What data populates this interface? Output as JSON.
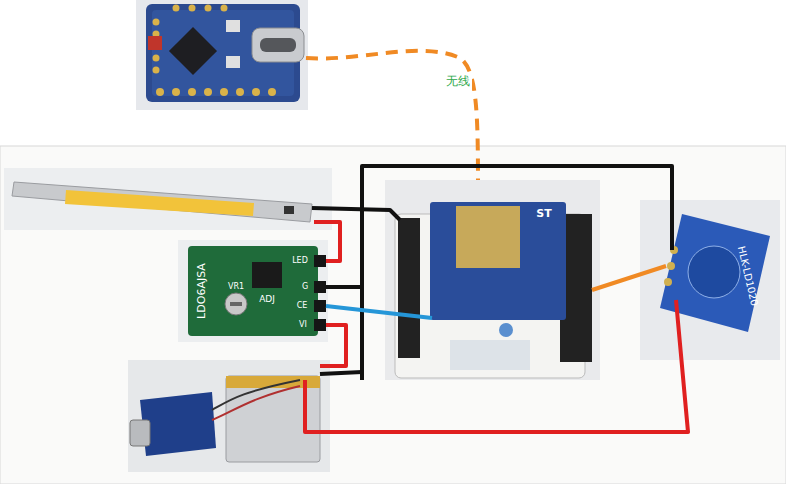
{
  "diagram": {
    "labels": [
      "无线",
      "LDO6AJSA",
      "VR1",
      "ADJ",
      "LED",
      "G",
      "CE",
      "VI",
      "HLK-LD1020",
      "ST"
    ]
  }
}
